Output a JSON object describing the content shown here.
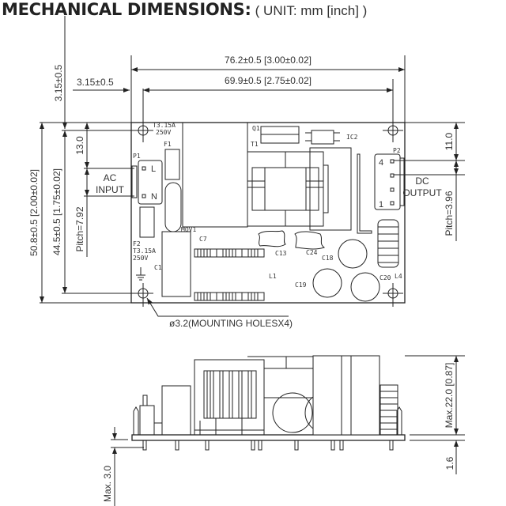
{
  "title": {
    "main": "MECHANICAL DIMENSIONS:",
    "unit": "( UNIT: mm [inch] )"
  },
  "dimensions": {
    "width_overall": "76.2±0.5  [3.00±0.02]",
    "width_holes": "69.9±0.5  [2.75±0.02]",
    "hole_offset_x": "3.15±0.5",
    "hole_offset_y": "3.15±0.5",
    "height_overall": "50.8±0.5  [2.00±0.02]",
    "height_holes": "44.5±0.5  [1.75±0.02]",
    "ac_offset": "13.0",
    "ac_pitch": "Pitch=7.92",
    "dc_offset": "11.0",
    "dc_pitch": "Pitch=3.96",
    "mounting_holes": "ø3.2(MOUNTING HOLESX4)",
    "max_height": "Max.22.0  [0.87]",
    "board_thickness": "1.6",
    "max_lead": "Max.  3.0"
  },
  "connectors": {
    "ac_label_1": "AC",
    "ac_label_2": "INPUT",
    "p1": "P1",
    "pin_l": "L",
    "pin_n": "N",
    "dc_label_1": "DC",
    "dc_label_2": "OUTPUT",
    "p2": "P2",
    "pin_4": "4",
    "pin_1": "1"
  },
  "components": {
    "fuse1_rating_1": "T3.15A",
    "fuse1_rating_2": "250V",
    "f1": "F1",
    "f2": "F2",
    "fuse2_rating_1": "T3.15A",
    "fuse2_rating_2": "250V",
    "mov1": "MOV1",
    "c7": "C7",
    "c1": "C1",
    "l1": "L1",
    "q1": "Q1",
    "ic2": "IC2",
    "t1": "T1",
    "c13": "C13",
    "c24": "C24",
    "c18": "C18",
    "c19": "C19",
    "c20": "C20",
    "l4": "L4"
  }
}
